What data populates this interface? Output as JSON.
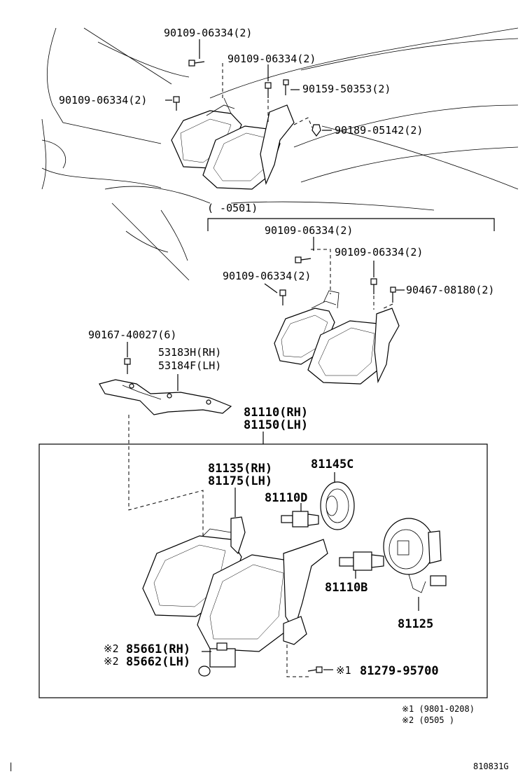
{
  "diagram": {
    "part_labels": {
      "bolt_top_a": "90109-06334(2)",
      "bolt_top_b": "90109-06334(2)",
      "bolt_top_c": "90159-50353(2)",
      "bolt_top_d": "90109-06334(2)",
      "clip_top": "90189-05142(2)",
      "range_label": "(      -0501)",
      "bolt_mid_a": "90109-06334(2)",
      "bolt_mid_b": "90109-06334(2)",
      "bolt_mid_c": "90109-06334(2)",
      "screw_mid": "90467-08180(2)",
      "bolt_bracket": "90167-40027(6)",
      "bracket_rh": "53183H(RH)",
      "bracket_lh": "53184F(LH)",
      "unit_rh": "81110(RH)",
      "unit_lh": "81150(LH)",
      "housing_rh": "81135(RH)",
      "housing_lh": "81175(LH)",
      "cap": "81145C",
      "bulb_d": "81110D",
      "bulb_b": "81110B",
      "actuator": "81125",
      "leveling_rh": "85661(RH)",
      "leveling_lh": "85662(LH)",
      "leveling_mark_rh": "※2",
      "leveling_mark_lh": "※2",
      "screw_bottom": "81279-95700",
      "screw_bottom_mark": "※1"
    },
    "notes": {
      "note1": "※1 (9801-0208)",
      "note2": "※2 (0505         )"
    },
    "footer": {
      "left_mark": "|",
      "code": "810831G"
    }
  }
}
